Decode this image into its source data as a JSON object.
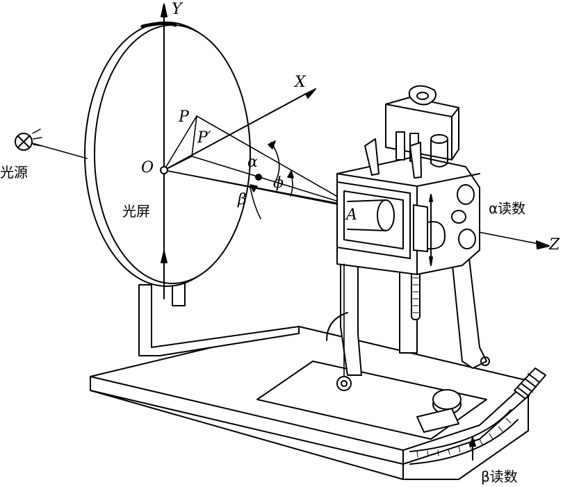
{
  "labels": {
    "y_axis": "Y",
    "x_axis": "X",
    "z_axis": "Z",
    "origin": "O",
    "point_p": "P",
    "point_p_prime": "P′",
    "point_a": "A",
    "alpha": "α",
    "beta": "β",
    "phi": "ϕ",
    "light_source": "光源",
    "screen": "光屏",
    "alpha_reading": "α读数",
    "beta_reading": "β读数"
  },
  "colors": {
    "ink": "#000000",
    "paper": "#ffffff"
  }
}
